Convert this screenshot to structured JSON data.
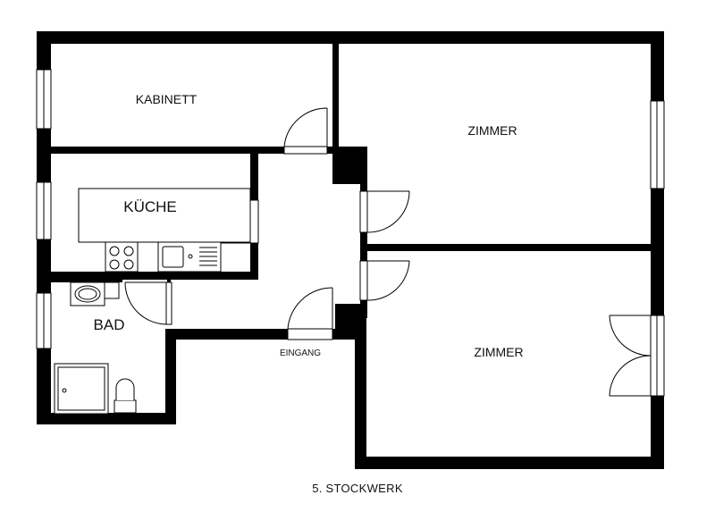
{
  "rooms": {
    "kabinett": "KABINETT",
    "kueche": "KÜCHE",
    "bad": "BAD",
    "zimmer_1": "ZIMMER",
    "zimmer_2": "ZIMMER"
  },
  "entrance": "EINGANG",
  "floor": "5. STOCKWERK",
  "colors": {
    "wall": "#000000",
    "background": "#ffffff",
    "line": "#111111"
  }
}
